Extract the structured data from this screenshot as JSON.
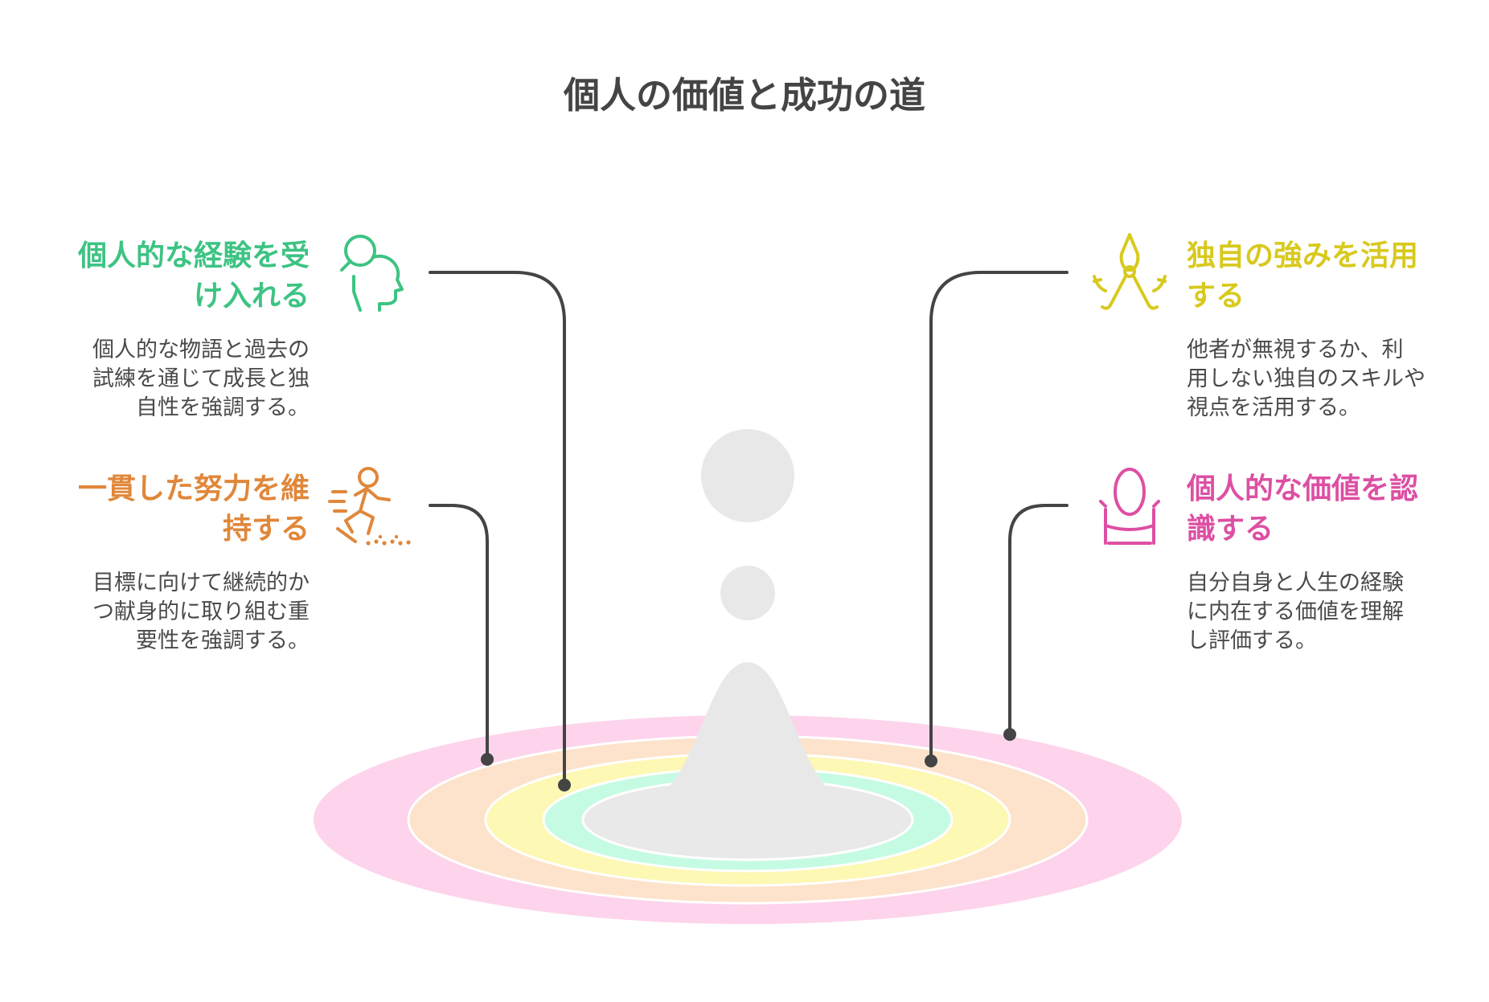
{
  "title": "個人の価値と成功の道",
  "colors": {
    "green": "#3dc383",
    "orange": "#e0873a",
    "yellow": "#d8c91e",
    "pink": "#dd4fa3",
    "line": "#444444",
    "ring_pink": "#fdd4ec",
    "ring_peach": "#fde3cb",
    "ring_yellow": "#fdf8b3",
    "ring_mint": "#c6fbe3",
    "ring_center": "#e9e9e9",
    "figure": "#e8e8e8"
  },
  "items": [
    {
      "id": "embrace",
      "heading_line1": "個人的な経験を受",
      "heading_line2": "け入れる",
      "body_line1": "個人的な物語と過去の",
      "body_line2": "試練を通じて成長と独",
      "body_line3": "自性を強調する。",
      "icon": "person-head-icon",
      "color": "green"
    },
    {
      "id": "effort",
      "heading_line1": "一貫した努力を維",
      "heading_line2": "持する",
      "body_line1": "目標に向けて継続的か",
      "body_line2": "つ献身的に取り組む重",
      "body_line3": "要性を強調する。",
      "icon": "running-person-icon",
      "color": "orange"
    },
    {
      "id": "strengths",
      "heading_line1": "独自の強みを活用",
      "heading_line2": "する",
      "body_line1": "他者が無視するか、利",
      "body_line2": "用しない独自のスキルや",
      "body_line3": "視点を活用する。",
      "icon": "pliers-icon",
      "color": "yellow"
    },
    {
      "id": "recognize",
      "heading_line1": "個人的な価値を認",
      "heading_line2": "識する",
      "body_line1": "自分自身と人生の経験",
      "body_line2": "に内在する価値を理解",
      "body_line3": "し評価する。",
      "icon": "mirror-icon",
      "color": "pink"
    }
  ]
}
